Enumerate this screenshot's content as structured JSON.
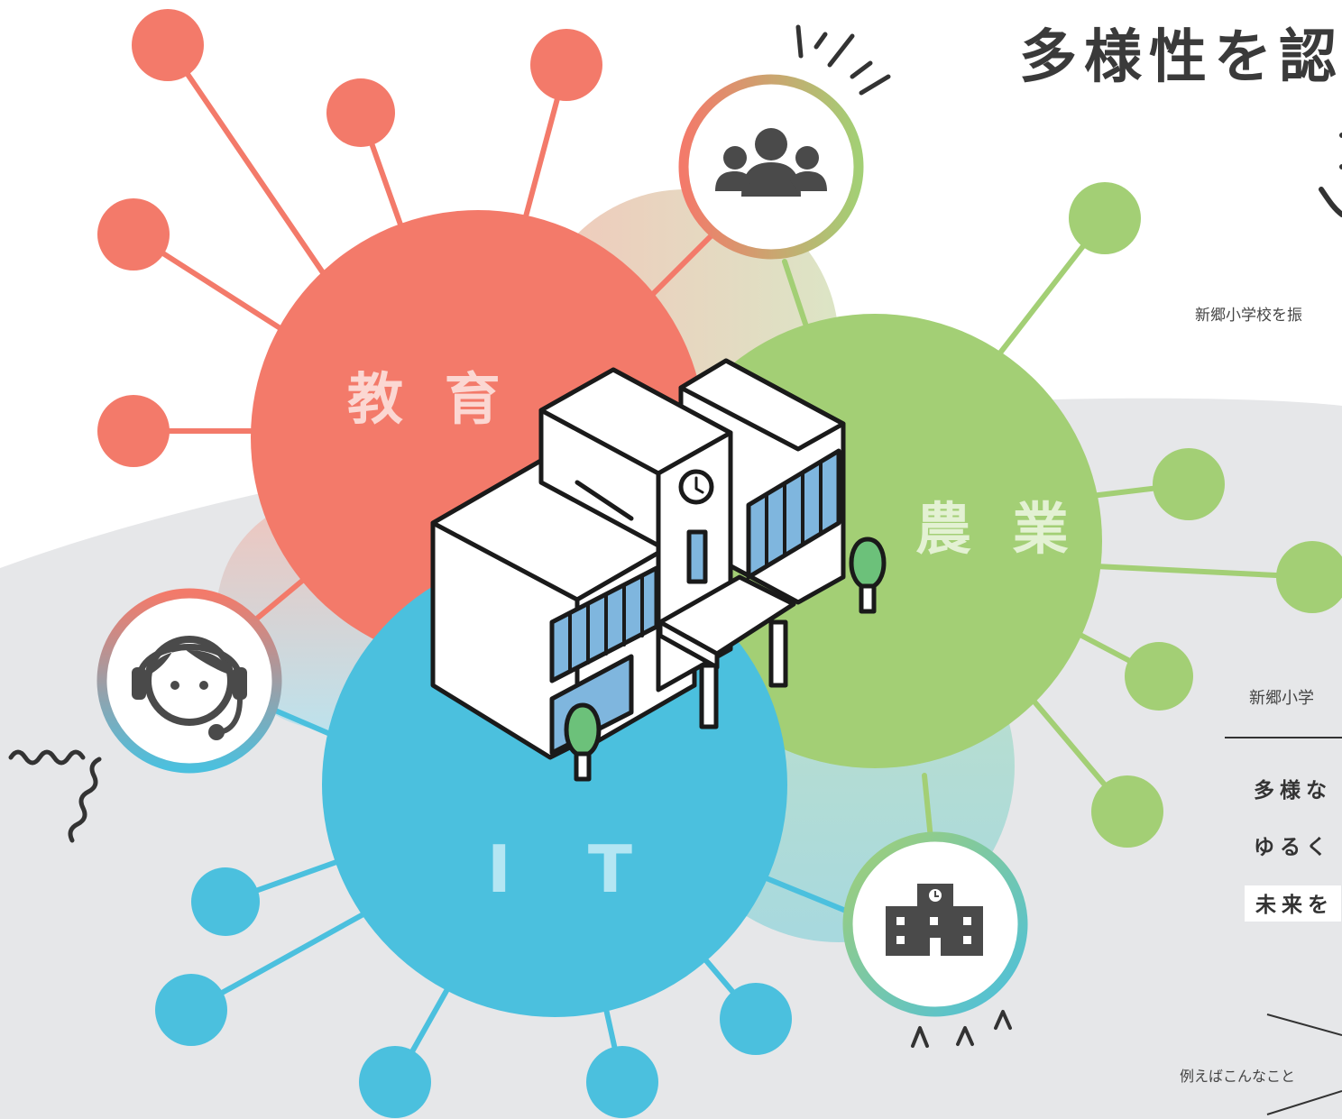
{
  "title": "多様性を認",
  "circles": {
    "education": {
      "label": "教 育",
      "color": "#f37a6a"
    },
    "agriculture": {
      "label": "農 業",
      "color": "#a3cf75"
    },
    "it": {
      "label": "I T",
      "color": "#4bc0de"
    }
  },
  "captions": {
    "top": "新郷小学校を振",
    "middle": "新郷小学",
    "bottom": "例えばこんなこと"
  },
  "message": {
    "line1": "多様な",
    "line2": "ゆるく",
    "line3": "未来を"
  },
  "icons": {
    "people": "people-group-icon",
    "operator": "operator-headset-icon",
    "building": "office-building-icon",
    "school": "school-building-illustration"
  },
  "colors": {
    "background_wave": "#e6e7e9",
    "text": "#333333",
    "icon_dark": "#4a4a4a"
  }
}
